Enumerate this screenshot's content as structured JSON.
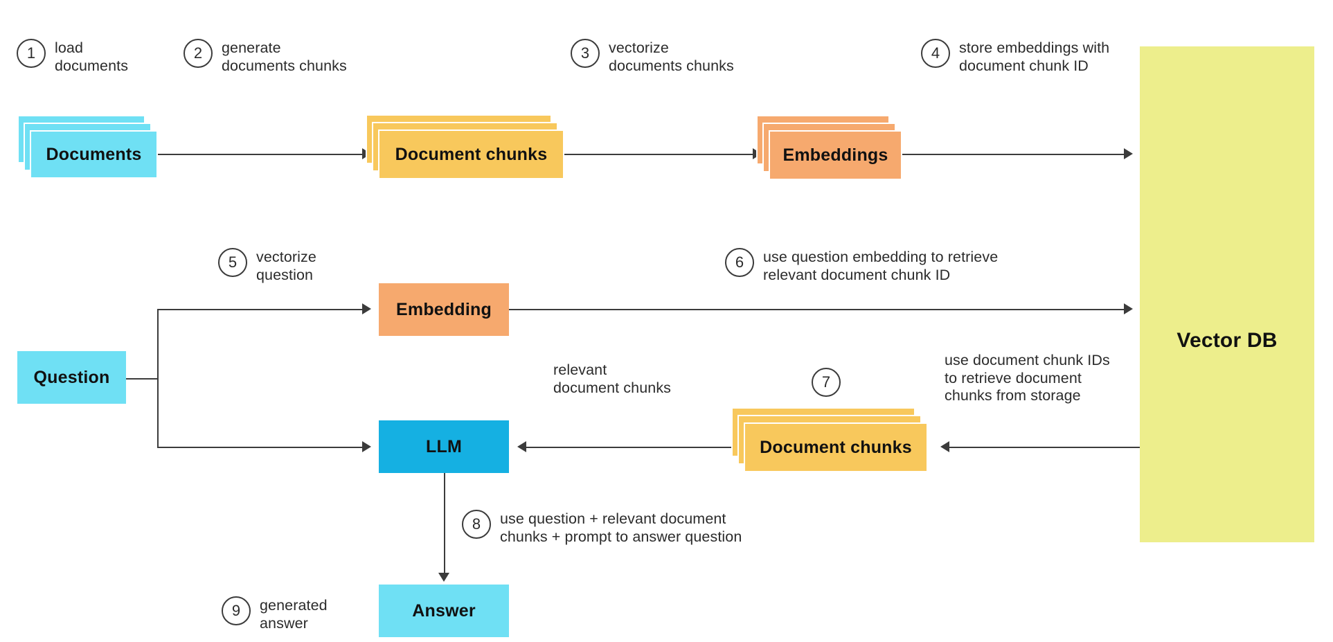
{
  "diagram": {
    "title": "RAG pipeline diagram",
    "colors": {
      "cyan": "#6FE0F4",
      "orange": "#F8C85C",
      "peach": "#F6A96E",
      "blue": "#15B0E2",
      "yellow": "#EDEE8C",
      "line": "#3B3B3B",
      "text": "#2B2B2B",
      "background": "#FFFFFF"
    }
  },
  "steps": [
    {
      "number": "1",
      "label": "load\ndocuments"
    },
    {
      "number": "2",
      "label": "generate\ndocuments chunks"
    },
    {
      "number": "3",
      "label": "vectorize\ndocuments chunks"
    },
    {
      "number": "4",
      "label": "store embeddings with\ndocument chunk ID"
    },
    {
      "number": "5",
      "label": "vectorize\nquestion"
    },
    {
      "number": "6",
      "label": "use question embedding to retrieve\nrelevant document chunk ID"
    },
    {
      "number": "7",
      "label": ""
    },
    {
      "number": "8",
      "label": "use question + relevant document\nchunks + prompt to answer question"
    },
    {
      "number": "9",
      "label": "generated\nanswer"
    }
  ],
  "captions": [
    {
      "id": "relevant-chunks",
      "text": "relevant\ndocument chunks"
    },
    {
      "id": "retrieve-from-storage",
      "text": "use document chunk IDs\nto retrieve document\nchunks from storage"
    }
  ],
  "nodes": [
    {
      "id": "documents",
      "label": "Documents",
      "color": "cyan",
      "stacked": true
    },
    {
      "id": "document-chunks",
      "label": "Document chunks",
      "color": "orange",
      "stacked": true
    },
    {
      "id": "embeddings",
      "label": "Embeddings",
      "color": "peach",
      "stacked": true
    },
    {
      "id": "vector-db",
      "label": "Vector DB",
      "color": "yellow",
      "stacked": false
    },
    {
      "id": "question",
      "label": "Question",
      "color": "cyan",
      "stacked": false
    },
    {
      "id": "embedding",
      "label": "Embedding",
      "color": "peach",
      "stacked": false
    },
    {
      "id": "llm",
      "label": "LLM",
      "color": "blue",
      "stacked": false
    },
    {
      "id": "document-chunks-retrieved",
      "label": "Document chunks",
      "color": "orange",
      "stacked": true
    },
    {
      "id": "answer",
      "label": "Answer",
      "color": "cyan",
      "stacked": false
    }
  ]
}
